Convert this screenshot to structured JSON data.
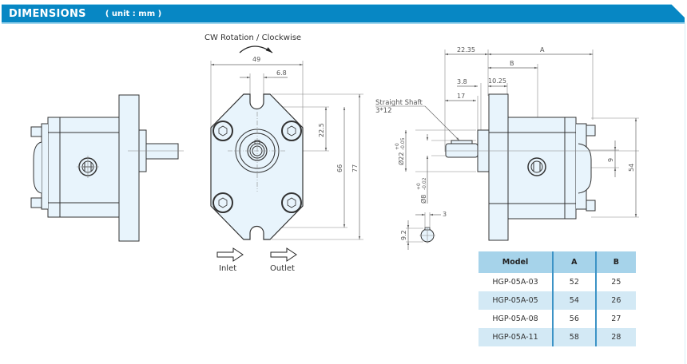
{
  "header": {
    "title": "DIMENSIONS",
    "unit_label": "( unit : mm )",
    "bar_color": "#0787c4"
  },
  "front_view": {
    "rotation_label": "CW Rotation / Clockwise",
    "dims": {
      "width_49": "49",
      "slot_6_8": "6.8",
      "center_22_5": "22.5",
      "height_66": "66",
      "height_77": "77"
    },
    "inlet_label": "Inlet",
    "outlet_label": "Outlet"
  },
  "side_view": {
    "shaft_label_line1": "Straight Shaft",
    "shaft_label_line2": "3*12",
    "dims": {
      "d_22_35": "22.35",
      "d_A": "A",
      "d_B": "B",
      "d_3_8": "3.8",
      "d_10_25": "10.25",
      "d_17": "17",
      "pilot_dia": "Ø22",
      "pilot_tol_upper": "+0",
      "pilot_tol_lower": "-0.05",
      "shaft_dia": "Ø8",
      "shaft_tol_upper": "+0",
      "shaft_tol_lower": "-0.02",
      "key_3": "3",
      "key_9_2": "9.2",
      "port_9": "9",
      "height_54": "54"
    }
  },
  "model_table": {
    "headers": [
      "Model",
      "A",
      "B"
    ],
    "rows": [
      {
        "model": "HGP-05A-03",
        "a": "52",
        "b": "25"
      },
      {
        "model": "HGP-05A-05",
        "a": "54",
        "b": "26"
      },
      {
        "model": "HGP-05A-08",
        "a": "56",
        "b": "27"
      },
      {
        "model": "HGP-05A-11",
        "a": "58",
        "b": "28"
      }
    ],
    "header_color": "#a6d3ea",
    "alt_row_color": "#d3e9f5"
  }
}
